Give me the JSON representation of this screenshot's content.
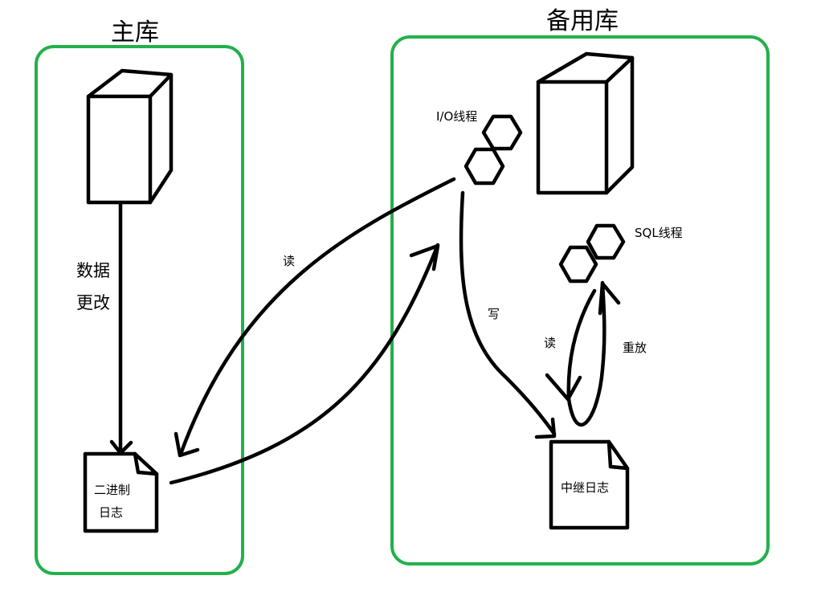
{
  "colors": {
    "container_border": "#22b14c",
    "ink": "#000000",
    "background": "#ffffff"
  },
  "master": {
    "title": "主库",
    "change_label_line1": "数据",
    "change_label_line2": "更改",
    "binlog_label_line1": "二进制",
    "binlog_label_line2": "日志"
  },
  "replica": {
    "title": "备用库",
    "io_thread_label": "I/O线程",
    "sql_thread_label": "SQL线程",
    "relay_log_label": "中继日志"
  },
  "edges": {
    "read_binlog": "读",
    "write_relay": "写",
    "read_relay": "读",
    "replay": "重放"
  }
}
